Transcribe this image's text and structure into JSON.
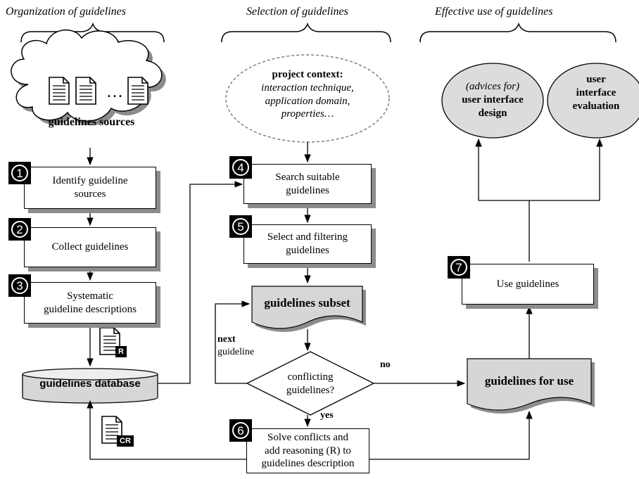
{
  "headers": {
    "organization": "Organization of guidelines",
    "selection": "Selection of guidelines",
    "effective_use": "Effective use of guidelines"
  },
  "sources": {
    "label": "guidelines sources",
    "ellipsis": "…"
  },
  "project_context": {
    "title": "project context:",
    "line1": "interaction technique,",
    "line2": "application domain,",
    "line3": "properties…"
  },
  "outcomes": {
    "design_prefix": "(advices for)",
    "design_line1": "user interface",
    "design_line2": "design",
    "evaluation_line1": "user",
    "evaluation_line2": "interface",
    "evaluation_line3": "evaluation"
  },
  "steps": [
    {
      "number": "1",
      "line1": "Identify guideline",
      "line2": "sources"
    },
    {
      "number": "2",
      "line1": "Collect guidelines",
      "line2": ""
    },
    {
      "number": "3",
      "line1": "Systematic",
      "line2": "guideline descriptions"
    },
    {
      "number": "4",
      "line1": "Search suitable",
      "line2": "guidelines"
    },
    {
      "number": "5",
      "line1": "Select and filtering",
      "line2": "guidelines"
    },
    {
      "number": "6",
      "line1": "Solve conflicts and",
      "line2": "add reasoning (R) to",
      "line3": "guidelines description"
    },
    {
      "number": "7",
      "line1": "Use guidelines",
      "line2": ""
    }
  ],
  "database": {
    "label": "guidelines database"
  },
  "subset": {
    "label": "guidelines subset"
  },
  "for_use": {
    "label": "guidelines for use"
  },
  "decision": {
    "line1": "conflicting",
    "line2": "guidelines?"
  },
  "edge_labels": {
    "no": "no",
    "yes": "yes",
    "next_bold": "next",
    "next_rest": "guideline"
  },
  "doc_tags": {
    "r": "R",
    "cr": "CR"
  }
}
